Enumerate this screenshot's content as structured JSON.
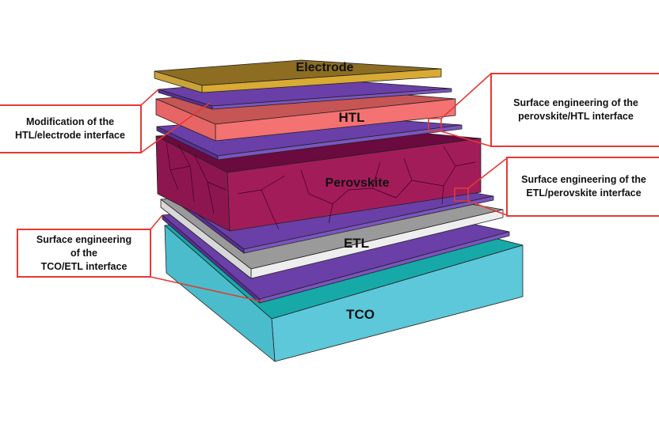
{
  "layers": {
    "electrode": "Electrode",
    "htl": "HTL",
    "perovskite": "Perovskite",
    "etl": "ETL",
    "tco": "TCO"
  },
  "callouts": {
    "htl_electrode": [
      "Modification of the",
      "HTL/electrode interface"
    ],
    "perovskite_htl": [
      "Surface engineering of the",
      "perovskite/HTL interface"
    ],
    "etl_perovskite": [
      "Surface engineering of the",
      "ETL/perovskite interface"
    ],
    "tco_etl": [
      "Surface engineering",
      "of the",
      "TCO/ETL interface"
    ]
  },
  "colors": {
    "electrode": "#c9a23a",
    "interlayer": "#6a3fa8",
    "htl": "#f47272",
    "perovskite": "#a31c5a",
    "etl": "#9e9e9e",
    "tco": "#5cc8da",
    "callout": "#e53935"
  }
}
